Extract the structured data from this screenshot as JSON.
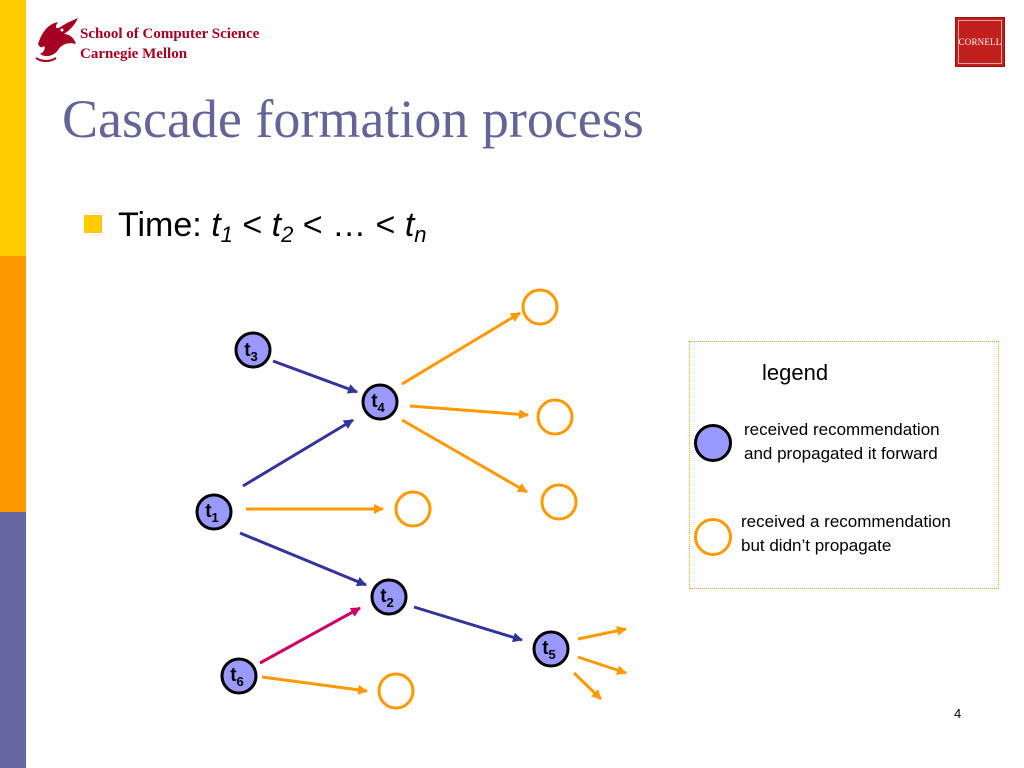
{
  "header": {
    "school_line1": "School of Computer Science",
    "school_line2": "Carnegie Mellon",
    "cornell_logo_text": "CORNELL"
  },
  "slide": {
    "title": "Cascade formation process",
    "bullet": {
      "prefix": "Time: ",
      "t": "t",
      "sub1": "1",
      "lt": " < ",
      "sub2": "2",
      "ellipsis": " < … < ",
      "subn": "n"
    },
    "page_number": "4"
  },
  "diagram": {
    "nodes": [
      {
        "id": "t3",
        "label": "t",
        "sub": "3",
        "type": "propagated"
      },
      {
        "id": "t4",
        "label": "t",
        "sub": "4",
        "type": "propagated"
      },
      {
        "id": "t1",
        "label": "t",
        "sub": "1",
        "type": "propagated"
      },
      {
        "id": "t2",
        "label": "t",
        "sub": "2",
        "type": "propagated"
      },
      {
        "id": "t5",
        "label": "t",
        "sub": "5",
        "type": "propagated"
      },
      {
        "id": "t6",
        "label": "t",
        "sub": "6",
        "type": "propagated"
      },
      {
        "id": "o1",
        "label": "",
        "type": "not-propagated"
      },
      {
        "id": "o2",
        "label": "",
        "type": "not-propagated"
      },
      {
        "id": "o3",
        "label": "",
        "type": "not-propagated"
      },
      {
        "id": "o4",
        "label": "",
        "type": "not-propagated"
      },
      {
        "id": "o5",
        "label": "",
        "type": "not-propagated"
      }
    ],
    "edges": [
      {
        "from": "t3",
        "to": "t4",
        "color": "#333399"
      },
      {
        "from": "t1",
        "to": "t4",
        "color": "#333399"
      },
      {
        "from": "t1",
        "to": "t2",
        "color": "#333399"
      },
      {
        "from": "t2",
        "to": "t5",
        "color": "#333399"
      },
      {
        "from": "t6",
        "to": "t2",
        "color": "#cc0066"
      },
      {
        "from": "t4",
        "to": "o1",
        "color": "#ff9900"
      },
      {
        "from": "t4",
        "to": "o2",
        "color": "#ff9900"
      },
      {
        "from": "t4",
        "to": "o3",
        "color": "#ff9900"
      },
      {
        "from": "t1",
        "to": "o4",
        "color": "#ff9900"
      },
      {
        "from": "t6",
        "to": "o5",
        "color": "#ff9900"
      },
      {
        "from": "t5",
        "to": "",
        "color": "#ff9900"
      },
      {
        "from": "t5",
        "to": "",
        "color": "#ff9900"
      },
      {
        "from": "t5",
        "to": "",
        "color": "#ff9900"
      }
    ],
    "colors": {
      "propagated_fill": "#9999ff",
      "propagated_stroke": "#000000",
      "not_propagated_stroke": "#ff9900",
      "influence_edge": "#333399",
      "highlight_edge": "#cc0066",
      "non_propagation_edge": "#ff9900"
    }
  },
  "legend": {
    "title": "legend",
    "propagated_line1": "received recommendation",
    "propagated_line2": "and propagated it forward",
    "not_propagated_line1": "received a recommendation",
    "not_propagated_line2": "but didn’t propagate"
  },
  "colors": {
    "title": "#646496",
    "accent_yellow": "#ffcc00",
    "accent_orange": "#ff9900",
    "accent_purple": "#6666a3",
    "cmu_red": "#a50021",
    "cornell_red": "#c21f1f"
  }
}
